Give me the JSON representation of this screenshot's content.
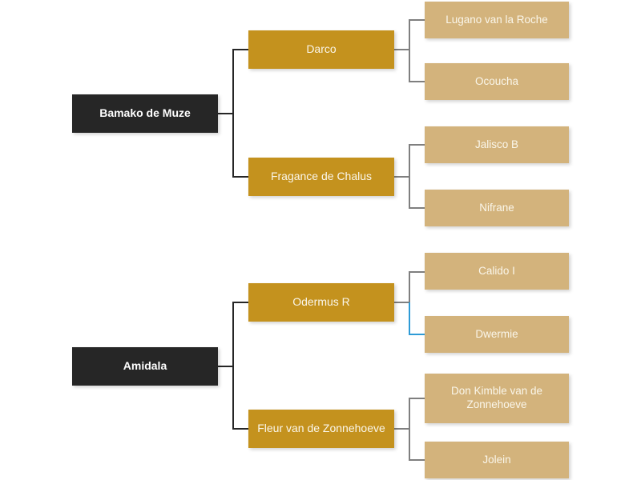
{
  "diagram": {
    "type": "pedigree-tree",
    "background": "#FFFFFF",
    "colors": {
      "gen1_box": "#262626",
      "gen2_box": "#C4921E",
      "gen3_box": "#D3B37C",
      "box_text_light": "#FFFFFF",
      "box_text_cream": "#FAF6EA",
      "connector_dark": "#262626",
      "connector_gray": "#7F7F7F",
      "connector_blue": "#2E9BD6"
    },
    "tree": {
      "gen1": [
        {
          "label": "Bamako de Muze"
        },
        {
          "label": "Amidala"
        }
      ],
      "gen2": [
        {
          "label": "Darco"
        },
        {
          "label": "Fragance de Chalus"
        },
        {
          "label": "Odermus R"
        },
        {
          "label": "Fleur van de Zonnehoeve"
        }
      ],
      "gen3": [
        {
          "label": "Lugano van la Roche"
        },
        {
          "label": "Ocoucha"
        },
        {
          "label": "Jalisco B"
        },
        {
          "label": "Nifrane"
        },
        {
          "label": "Calido I"
        },
        {
          "label": "Dwermie"
        },
        {
          "label": "Don Kimble van de Zonnehoeve"
        },
        {
          "label": "Jolein"
        }
      ]
    },
    "relations": [
      {
        "parent": "Bamako de Muze",
        "children": [
          "Darco",
          "Fragance de Chalus"
        ]
      },
      {
        "parent": "Amidala",
        "children": [
          "Odermus R",
          "Fleur van de Zonnehoeve"
        ]
      },
      {
        "parent": "Darco",
        "children": [
          "Lugano van la Roche",
          "Ocoucha"
        ]
      },
      {
        "parent": "Fragance de Chalus",
        "children": [
          "Jalisco B",
          "Nifrane"
        ]
      },
      {
        "parent": "Odermus R",
        "children": [
          "Calido I",
          "Dwermie"
        ]
      },
      {
        "parent": "Fleur van de Zonnehoeve",
        "children": [
          "Don Kimble van de Zonnehoeve",
          "Jolein"
        ]
      }
    ]
  }
}
